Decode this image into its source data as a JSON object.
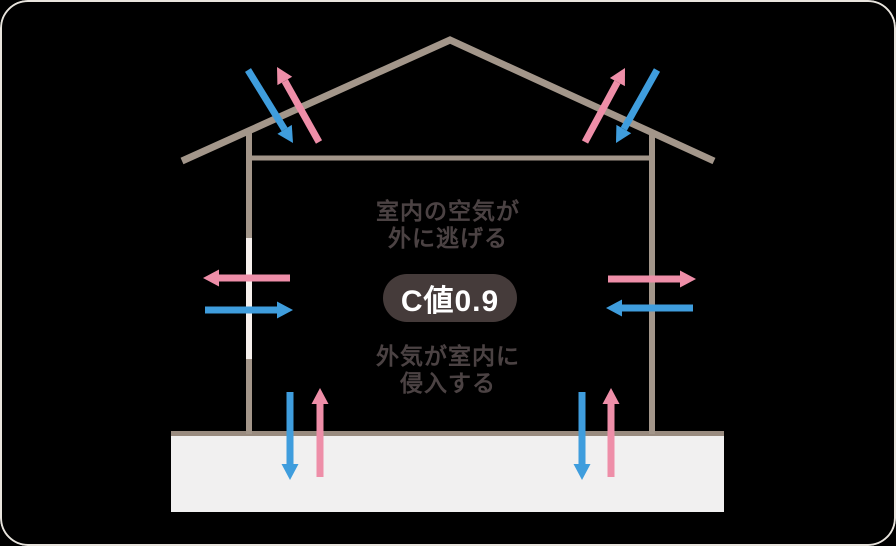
{
  "labels": {
    "air_escape_line1": "室内の空気が",
    "air_escape_line2": "外に逃げる",
    "c_value_badge": "C値0.9",
    "air_intrude_line1": "外気が室内に",
    "air_intrude_line2": "侵入する"
  },
  "colors": {
    "background": "#000000",
    "frame-border": "#e8e4dd",
    "wood": "#a3968a",
    "wall-gap": "#f6f0ed",
    "ground-fill": "#f1f0f0",
    "ground-line": "#998b7f",
    "arrow-pink": "#ee8ea8",
    "arrow-blue": "#3f9ddd",
    "badge-bg": "#453b3a",
    "badge-text": "#ffffff",
    "label-text": "#4b4243"
  }
}
